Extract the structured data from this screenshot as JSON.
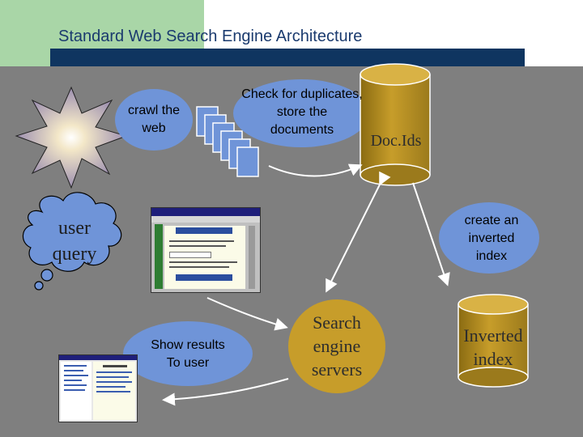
{
  "slide": {
    "title": "Standard Web Search Engine Architecture"
  },
  "nodes": {
    "crawl": "crawl the\nweb",
    "check": "Check for duplicates,\nstore the\ndocuments",
    "docids": "Doc.Ids",
    "user_query": "user\nquery",
    "create_index": "create an\ninverted\nindex",
    "show_results": "Show results\nTo user",
    "search_servers": "Search\nengine\nservers",
    "inverted_index": "Inverted\nindex"
  },
  "colors": {
    "title_bar": "#0f3560",
    "background": "#7f7f7f",
    "blue_node": "#6f94d8",
    "gold_node": "#c79d2a"
  }
}
